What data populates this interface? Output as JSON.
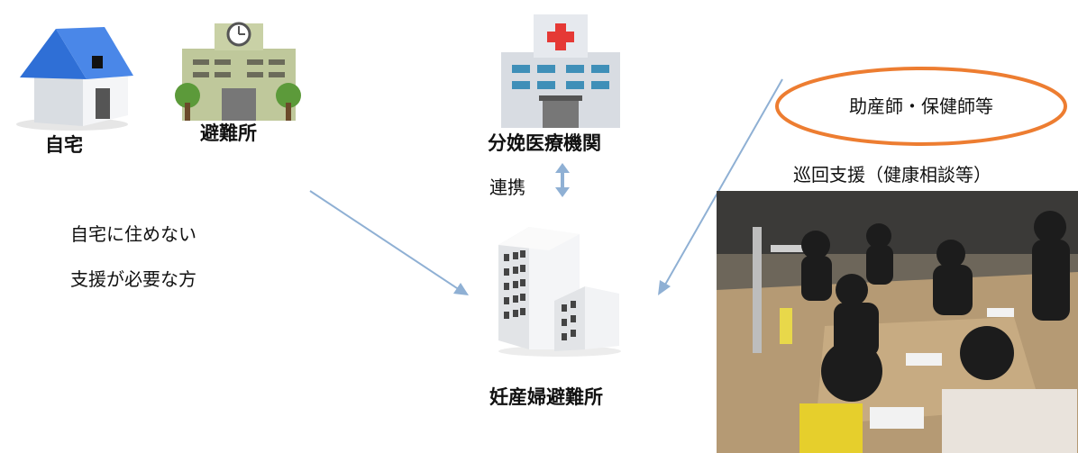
{
  "nodes": {
    "home": {
      "label": "自宅"
    },
    "shelter": {
      "label": "避難所"
    },
    "hospital": {
      "label": "分娩医療機関"
    },
    "maternity_shelter": {
      "label": "妊産婦避難所"
    }
  },
  "notes": {
    "line1": "自宅に住めない",
    "line2": "支援が必要な方"
  },
  "link": {
    "label": "連携"
  },
  "staff": {
    "label": "助産師・保健師等"
  },
  "support": {
    "label": "巡回支援（健康相談等）"
  },
  "colors": {
    "arrow": "#8fb0d4",
    "ellipse": "#ed7d31",
    "roof": "#2f6fd6",
    "cross": "#e53935"
  }
}
